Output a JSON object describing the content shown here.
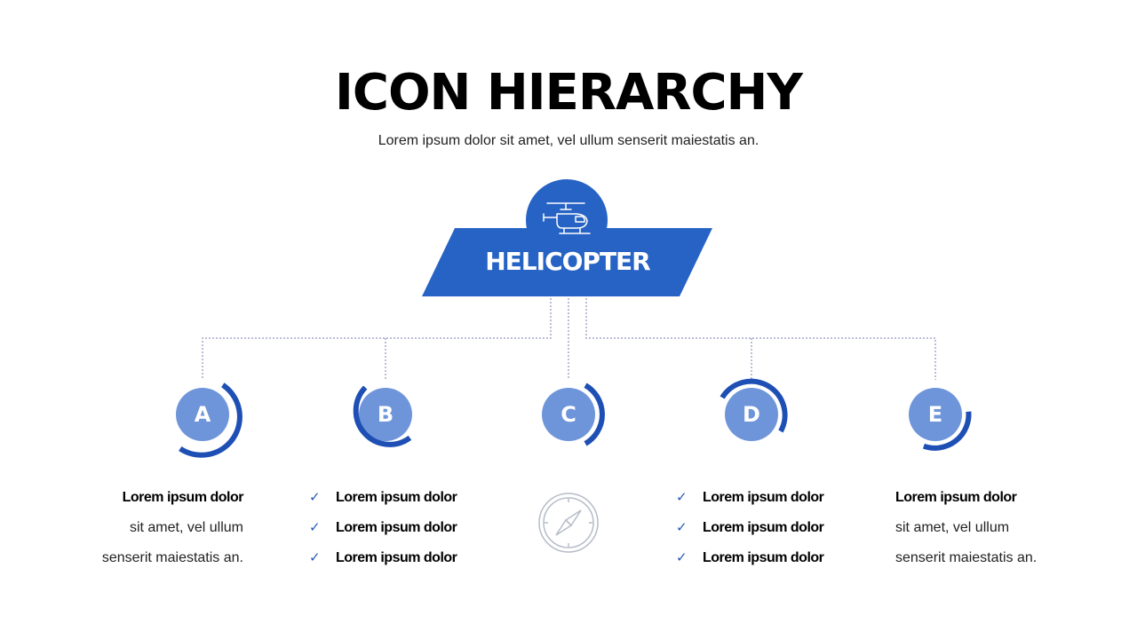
{
  "header": {
    "title": "ICON HIERARCHY",
    "subtitle": "Lorem ipsum dolor sit amet, vel ullum senserit maiestatis an."
  },
  "root": {
    "label": "HELICOPTER",
    "icon": "helicopter-icon"
  },
  "colors": {
    "primary": "#2763C4",
    "node_fill": "#6E95DA",
    "ring": "#1E4FB4",
    "connector": "#A6A9C8",
    "compass": "#B6BCC8"
  },
  "nodes": [
    {
      "letter": "A"
    },
    {
      "letter": "B"
    },
    {
      "letter": "C"
    },
    {
      "letter": "D"
    },
    {
      "letter": "E"
    }
  ],
  "columns": {
    "a": {
      "heading": "Lorem ipsum dolor",
      "line1": "sit amet, vel ullum",
      "line2": "senserit maiestatis an."
    },
    "b": {
      "items": [
        "Lorem ipsum dolor",
        "Lorem ipsum dolor",
        "Lorem ipsum dolor"
      ]
    },
    "c": {
      "icon": "compass-icon"
    },
    "d": {
      "items": [
        "Lorem ipsum dolor",
        "Lorem ipsum dolor",
        "Lorem ipsum dolor"
      ]
    },
    "e": {
      "heading": "Lorem ipsum dolor",
      "line1": "sit amet, vel ullum",
      "line2": "senserit maiestatis an."
    }
  }
}
